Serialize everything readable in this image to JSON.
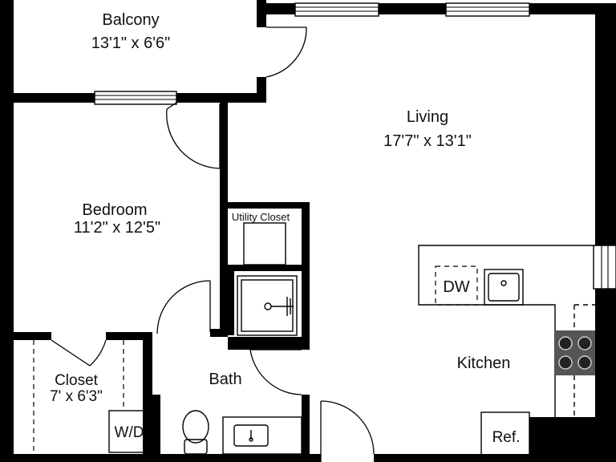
{
  "rooms": {
    "balcony": {
      "name": "Balcony",
      "size": "13'1\" x 6'6\""
    },
    "living": {
      "name": "Living",
      "size": "17'7\" x 13'1\""
    },
    "bedroom": {
      "name": "Bedroom",
      "size": "11'2\" x 12'5\""
    },
    "utility": {
      "name": "Utility Closet"
    },
    "closet": {
      "name": "Closet",
      "size": "7' x 6'3\""
    },
    "bath": {
      "name": "Bath"
    },
    "kitchen": {
      "name": "Kitchen"
    }
  },
  "fixtures": {
    "dishwasher": "DW",
    "washer_dryer": "W/D",
    "refrigerator": "Ref."
  },
  "colors": {
    "wall": "#000000",
    "background": "#ffffff",
    "cooktop": "#555555"
  }
}
